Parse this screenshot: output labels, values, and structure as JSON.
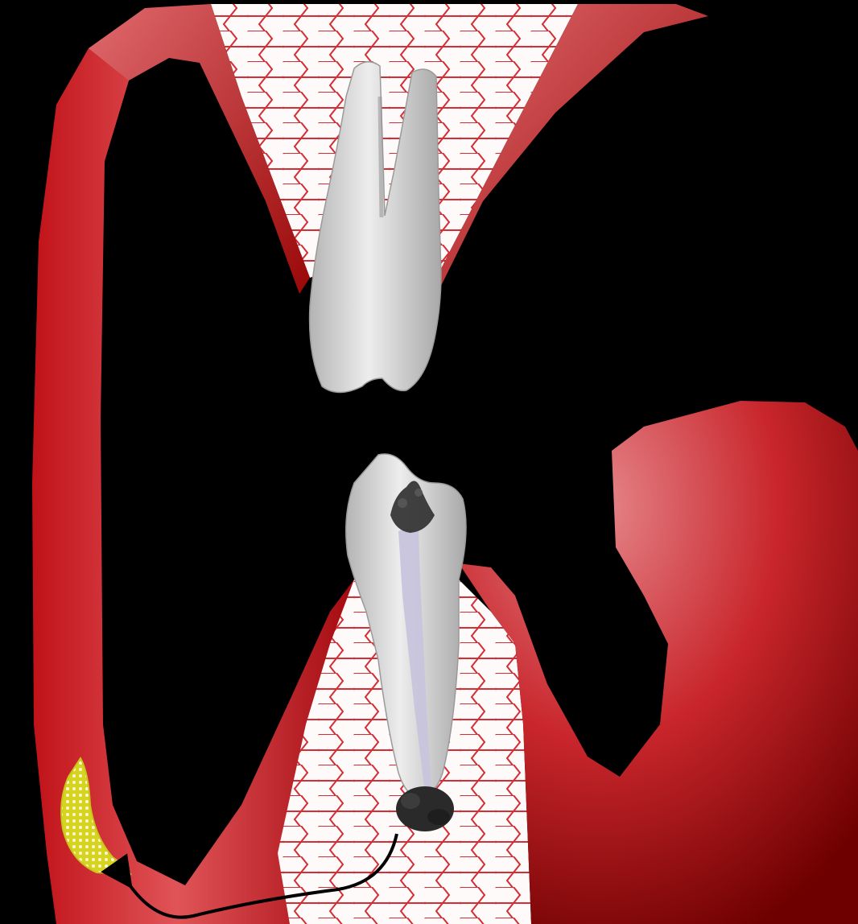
{
  "figure": {
    "background": "#000000",
    "colors": {
      "soft_tissue": "#c4141a",
      "soft_tissue_light": "#e07a7e",
      "soft_tissue_dark": "#7a0000",
      "bone_cell_stroke": "#d32e35",
      "bone_fill": "#fffafa",
      "tooth": "#d6d6d6",
      "pulp_canal": "#c8c4dc",
      "lesion": "#2a2a2a",
      "abscess": "#d8d81e",
      "arrow": "#000000"
    },
    "elements": [
      {
        "id": "upper-molar",
        "icon": "tooth-icon",
        "roots": 2
      },
      {
        "id": "lower-premolar",
        "icon": "tooth-icon",
        "roots": 1,
        "caries": true,
        "periapical_lesion": true
      },
      {
        "id": "abscess",
        "icon": "abscess-icon"
      },
      {
        "id": "spread-arrow",
        "icon": "curved-arrow-icon",
        "direction": "periapical-lesion-to-abscess"
      }
    ]
  }
}
